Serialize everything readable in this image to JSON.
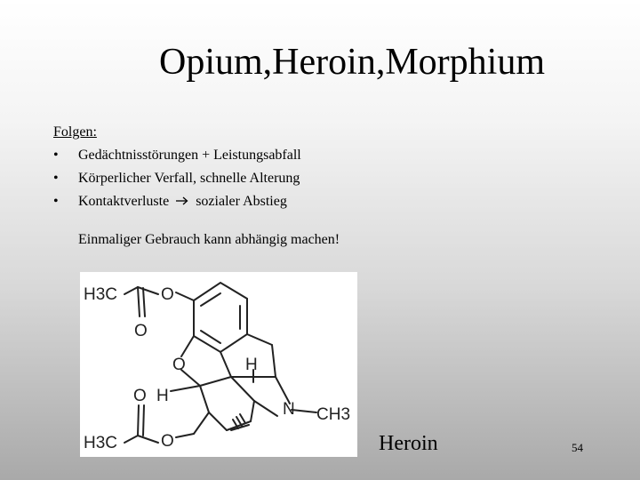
{
  "slide": {
    "title": "Opium,Heroin,Morphium",
    "heading": "Folgen:",
    "bullets": [
      {
        "text": "Gedächtnisstörungen + Leistungsabfall"
      },
      {
        "text": "Körperlicher Verfall, schnelle Alterung"
      },
      {
        "before": "Kontaktverluste",
        "after": "sozialer Abstieg"
      }
    ],
    "note": "Einmaliger Gebrauch kann abhängig machen!",
    "figure": {
      "labels": {
        "methyl_top": "H3C",
        "oxygen_top": "O",
        "carbonyl_top": "O",
        "ring_oxygen": "O",
        "hydrogen_mid": "H",
        "oxygen_left": "O",
        "hydrogen_left": "H",
        "nitrogen": "N",
        "methyl_n": "CH3",
        "methyl_bottom": "H3C",
        "oxygen_bottom": "O"
      }
    },
    "caption": "Heroin",
    "page_number": "54"
  }
}
